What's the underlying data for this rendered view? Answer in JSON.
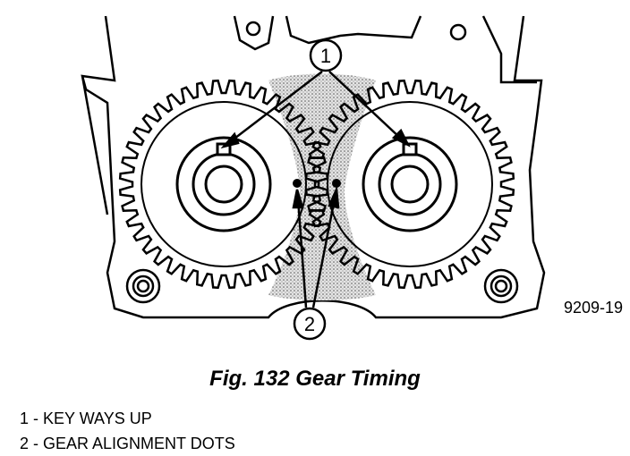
{
  "figure": {
    "ref_code": "9209-19",
    "callouts": [
      "1",
      "2"
    ],
    "caption": "Fig. 132 Gear Timing",
    "legend": [
      "1 - KEY WAYS UP",
      "2 - GEAR ALIGNMENT DOTS"
    ]
  }
}
